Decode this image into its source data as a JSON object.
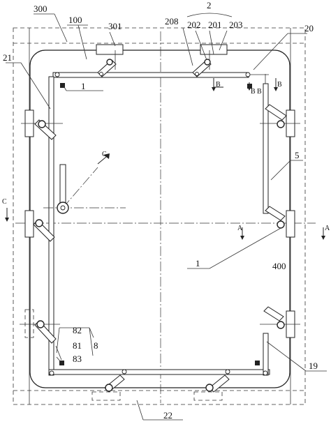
{
  "labels": {
    "l300": "300",
    "l100": "100",
    "l301": "301",
    "l2": "2",
    "l208": "208",
    "l202": "202",
    "l201": "201",
    "l203": "203",
    "l20": "20",
    "l21": "21",
    "l1_top": "1",
    "l5": "5",
    "l1_bottom": "1",
    "l400": "400",
    "l82": "82",
    "l8": "8",
    "l81": "81",
    "l83": "83",
    "l19": "19",
    "l22": "22"
  },
  "section_marks": {
    "a_left": "A",
    "a_right": "A",
    "b_left": "B",
    "b_mid1": "B",
    "b_mid2": "B",
    "b_right": "B",
    "c_left": "C",
    "c_diag": "C"
  }
}
